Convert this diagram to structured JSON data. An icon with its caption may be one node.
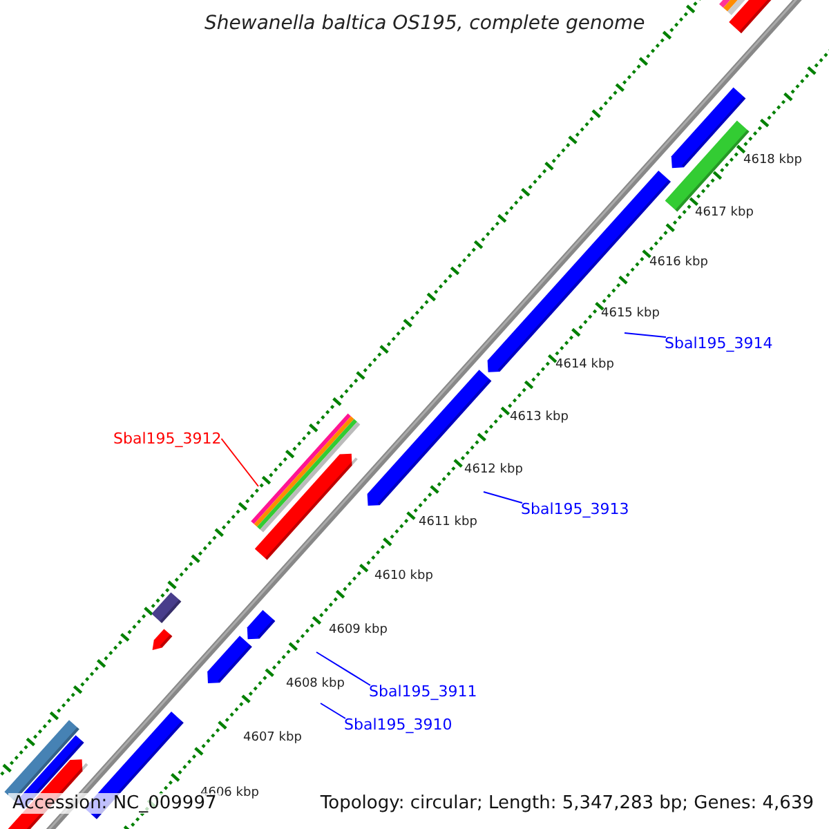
{
  "diagram": {
    "title": "Shewanella baltica OS195, complete genome",
    "nodes": [
      {
        "text": [
          "Sbal195_3914"
        ]
      },
      {
        "text": [
          "Sbal195_3913"
        ]
      },
      {
        "text": [
          "Sbal195_3912"
        ]
      },
      {
        "text": [
          "Sbal195_3911"
        ]
      },
      {
        "text": [
          "Sbal195_3910"
        ]
      }
    ],
    "edges": [
      {
        "from": 0,
        "to": null,
        "arrow": "none"
      },
      {
        "from": 1,
        "to": null,
        "arrow": "none"
      },
      {
        "from": 2,
        "to": null,
        "arrow": "none",
        "color": "#ff0000"
      },
      {
        "from": 3,
        "to": null,
        "arrow": "none"
      },
      {
        "from": 4,
        "to": null,
        "arrow": "none"
      }
    ],
    "labels": [
      "4618 kbp",
      "4617 kbp",
      "4616 kbp",
      "4615 kbp",
      "4614 kbp",
      "4613 kbp",
      "4612 kbp",
      "4611 kbp",
      "4610 kbp",
      "4609 kbp",
      "4608 kbp",
      "4607 kbp",
      "4606 kbp",
      "Accession: NC_009997",
      "Topology: circular; Length: 5,347,283 bp; Genes: 4,639"
    ]
  }
}
